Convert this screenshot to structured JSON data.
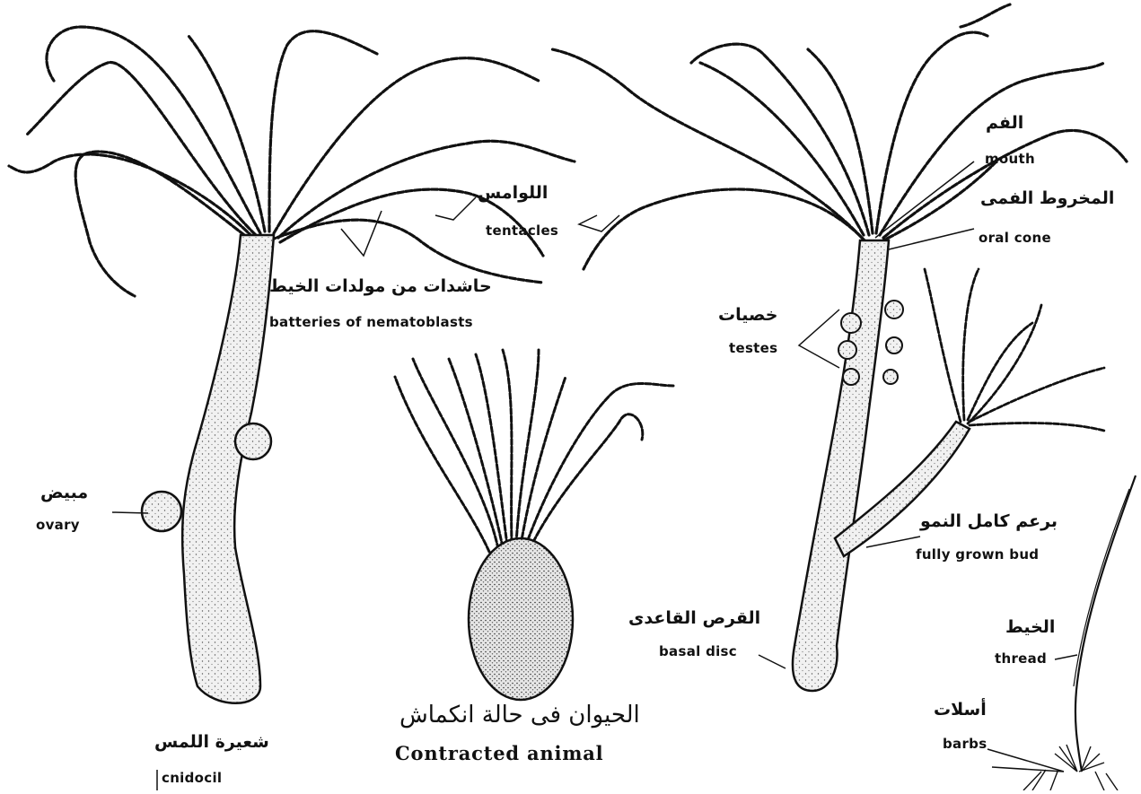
{
  "labels": {
    "tentacles": {
      "ar": "اللوامس",
      "en": "tentacles"
    },
    "batteries": {
      "ar": "حاشدات من مولدات الخيط",
      "en": "batteries of nematoblasts"
    },
    "ovary": {
      "ar": "مبيض",
      "en": "ovary"
    },
    "cnidocil": {
      "ar": "شعيرة اللمس",
      "en": "cnidocil"
    },
    "contracted": {
      "ar": "الحيوان فى حالة انكماش",
      "en": "Contracted animal"
    },
    "mouth": {
      "ar": "الفم",
      "en": "mouth"
    },
    "oral_cone": {
      "ar": "المخروط الفمى",
      "en": "oral cone"
    },
    "testes": {
      "ar": "خصيات",
      "en": "testes"
    },
    "bud": {
      "ar": "برعم كامل النمو",
      "en": "fully grown bud"
    },
    "basal_disc": {
      "ar": "القرص القاعدى",
      "en": "basal disc"
    },
    "thread": {
      "ar": "الخيط",
      "en": "thread"
    },
    "barbs": {
      "ar": "أسلات",
      "en": "barbs"
    }
  },
  "colors": {
    "ink": "#111111",
    "paper": "#ffffff",
    "body_fill": "#e9e9e9"
  }
}
